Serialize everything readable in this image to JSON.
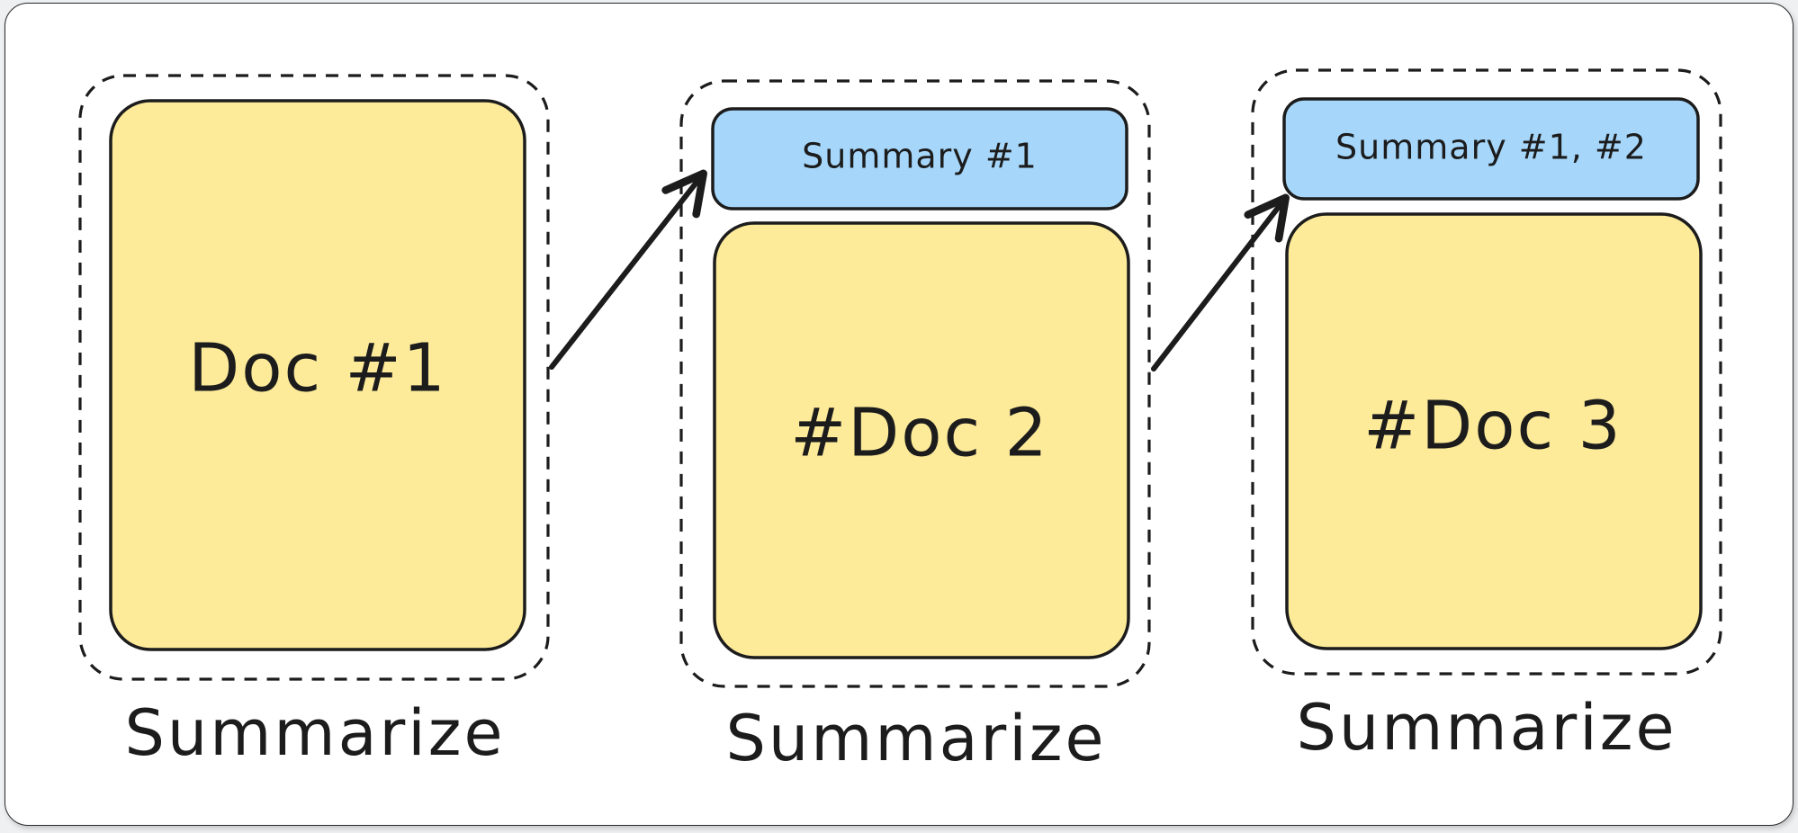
{
  "panels": [
    {
      "doc_label": "Doc #1",
      "summary_label": null,
      "caption": "Summarize"
    },
    {
      "doc_label": "#Doc 2",
      "summary_label": "Summary #1",
      "caption": "Summarize"
    },
    {
      "doc_label": "#Doc 3",
      "summary_label": "Summary #1, #2",
      "caption": "Summarize"
    }
  ],
  "colors": {
    "doc_fill": "#fdeb9a",
    "summary_fill": "#a6d7fb",
    "stroke": "#1c1c1c",
    "background": "#ffffff"
  }
}
